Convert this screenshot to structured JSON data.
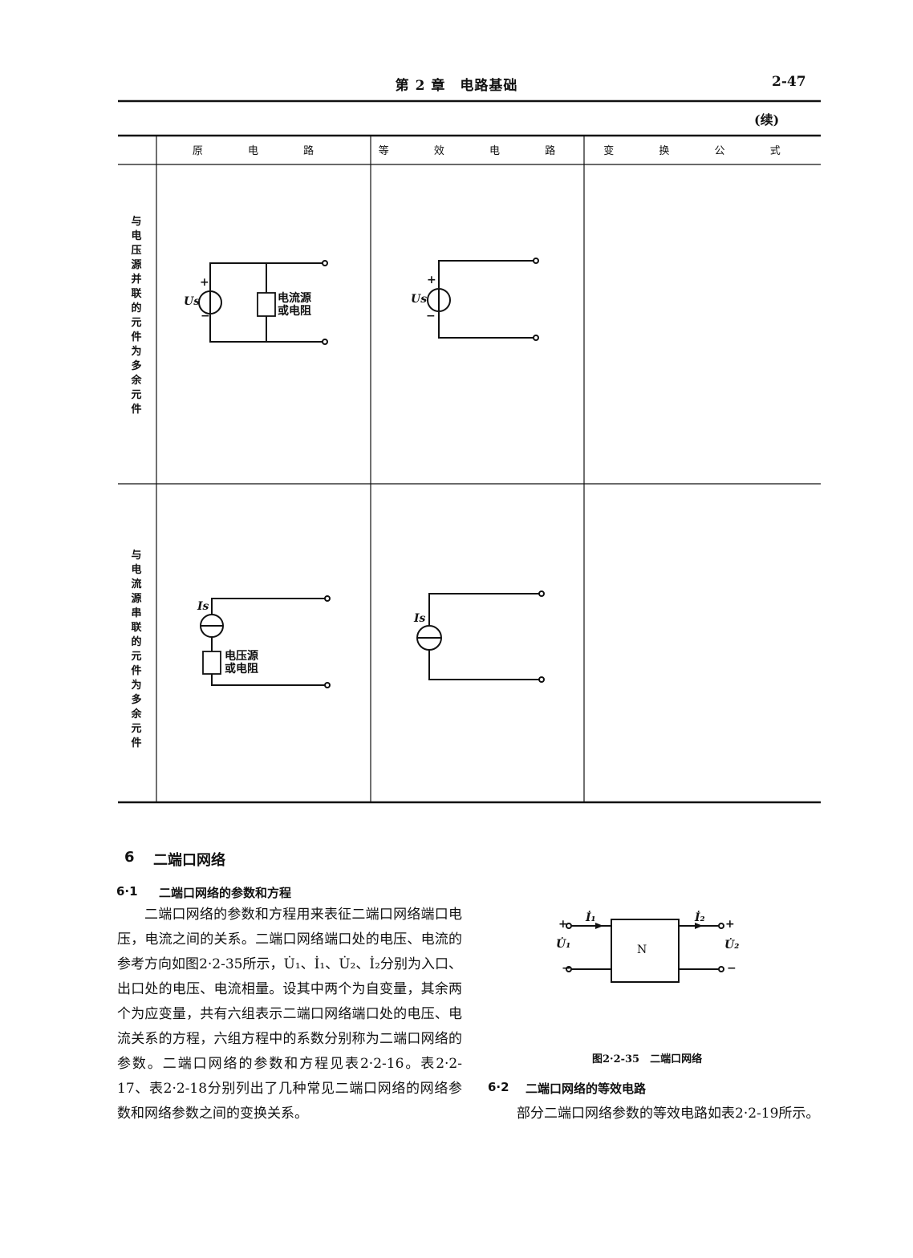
{
  "header": {
    "title": "第 2 章　电路基础",
    "page_number": "2-47"
  },
  "table": {
    "continued_mark": "(续)",
    "columns": [
      "原 电 路",
      "等 效 电 路",
      "变 换 公 式"
    ],
    "rows": [
      {
        "label": "与电压源并联的元件为多余元件",
        "original": {
          "source_label": "Us",
          "plus": "+",
          "minus": "−",
          "element_label_line1": "电流源",
          "element_label_line2": "或电阻"
        },
        "equivalent": {
          "source_label": "Us",
          "plus": "+",
          "minus": "−"
        },
        "formula": ""
      },
      {
        "label": "与电流源串联的元件为多余元件",
        "original": {
          "source_label": "Is",
          "element_label_line1": "电压源",
          "element_label_line2": "或电阻"
        },
        "equivalent": {
          "source_label": "Is"
        },
        "formula": ""
      }
    ]
  },
  "section6": {
    "number": "6",
    "title": "二端口网络"
  },
  "section6_1": {
    "number": "6·1",
    "title": "二端口网络的参数和方程",
    "paragraph": "二端口网络的参数和方程用来表征二端口网络端口电压，电流之间的关系。二端口网络端口处的电压、电流的参考方向如图2·2-35所示，U̇₁、İ₁、U̇₂、İ₂分别为入口、出口处的电压、电流相量。设其中两个为自变量，其余两个为应变量，共有六组表示二端口网络端口处的电压、电流关系的方程，六组方程中的系数分别称为二端口网络的参数。二端口网络的参数和方程见表2·2-16。表2·2-17、表2·2-18分别列出了几种常见二端口网络的网络参数和网络参数之间的变换关系。"
  },
  "figure": {
    "caption": "图2·2-35　二端口网络",
    "box_label": "N",
    "I1": "İ₁",
    "I2": "İ₂",
    "U1": "U̇₁",
    "U2": "U̇₂",
    "plus": "+",
    "minus": "−"
  },
  "section6_2": {
    "number": "6·2",
    "title": "二端口网络的等效电路",
    "paragraph": "部分二端口网络参数的等效电路如表2·2-19所示。"
  }
}
